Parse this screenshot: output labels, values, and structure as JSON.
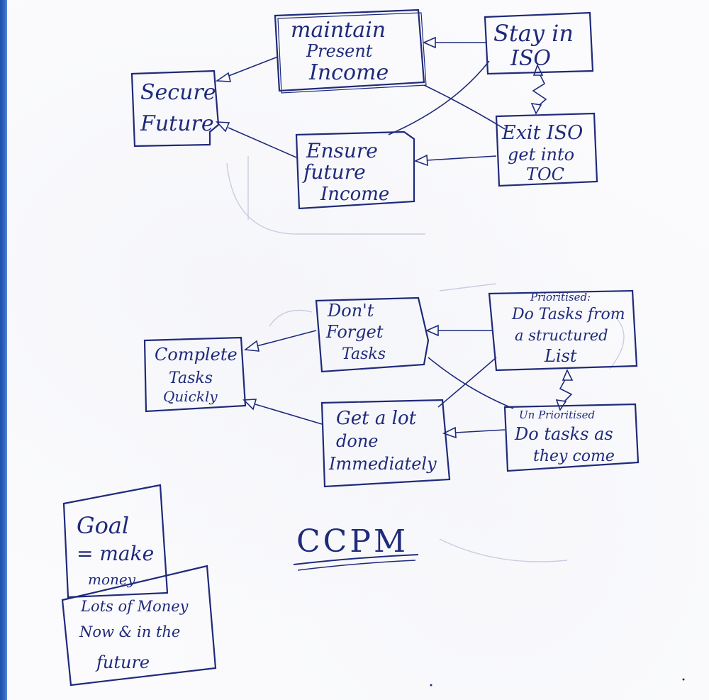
{
  "diagram": {
    "top_cloud": {
      "secure_future": [
        "Secure",
        "Future"
      ],
      "maintain_income": [
        "maintain",
        "Present",
        "Income"
      ],
      "ensure_income": [
        "Ensure",
        "future",
        "Income"
      ],
      "stay_iso": [
        "Stay in",
        "ISO"
      ],
      "exit_iso": [
        "Exit ISO",
        "get into",
        "TOC"
      ]
    },
    "bottom_cloud": {
      "complete_tasks": [
        "Complete",
        "Tasks",
        "Quickly"
      ],
      "dont_forget": [
        "Don't",
        "Forget",
        "Tasks"
      ],
      "get_done": [
        "Get a lot",
        "done",
        "Immediately"
      ],
      "prioritised_label": "Prioritised:",
      "prioritised": [
        "Do Tasks from",
        "a structured",
        "List"
      ],
      "unprioritised_label": "Un Prioritised",
      "unprioritised": [
        "Do tasks as",
        "they come"
      ]
    },
    "goal": [
      "Goal",
      "= make",
      "money"
    ],
    "lots_of_money": [
      "Lots of Money",
      "Now & in the",
      "future"
    ],
    "title": "CCPM"
  },
  "colors": {
    "ink": "#1f2a7a",
    "paper": "#fbfbfd",
    "binder": "#2f66c4"
  }
}
